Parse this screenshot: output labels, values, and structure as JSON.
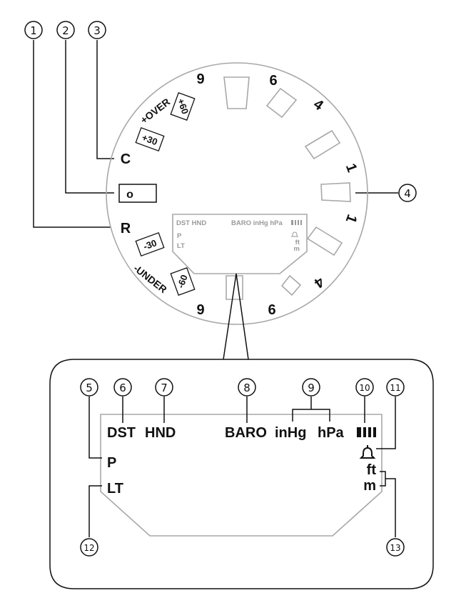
{
  "callouts": [
    "1",
    "2",
    "3",
    "4",
    "5",
    "6",
    "7",
    "8",
    "9",
    "10",
    "11",
    "12",
    "13"
  ],
  "bezel": {
    "left_top": [
      "C",
      "+OVER",
      "+30",
      "+60",
      "9"
    ],
    "center_left": "o",
    "left_bottom": [
      "R",
      "-30",
      "-UNDER",
      "-60",
      "9"
    ],
    "right": [
      "6",
      "4",
      "1",
      "1",
      "4",
      "6"
    ]
  },
  "small_lcd": {
    "row1_left": "DST HND",
    "row1_right": "BARO inHg hPa",
    "bars_icon": "signal-bars-icon",
    "left": [
      "P",
      "LT"
    ],
    "right": [
      "ft",
      "m"
    ],
    "bell_icon": "bell-icon"
  },
  "large_lcd": {
    "dst": "DST",
    "hnd": "HND",
    "baro": "BARO",
    "inhg": "inHg",
    "hpa": "hPa",
    "p": "P",
    "lt": "LT",
    "ft": "ft",
    "m": "m",
    "bars_icon": "signal-bars-icon",
    "bell_icon": "bell-icon"
  },
  "colors": {
    "ring": "#a8a8a8",
    "ink": "#111111",
    "lcd_dim": "#9a9a9a"
  }
}
